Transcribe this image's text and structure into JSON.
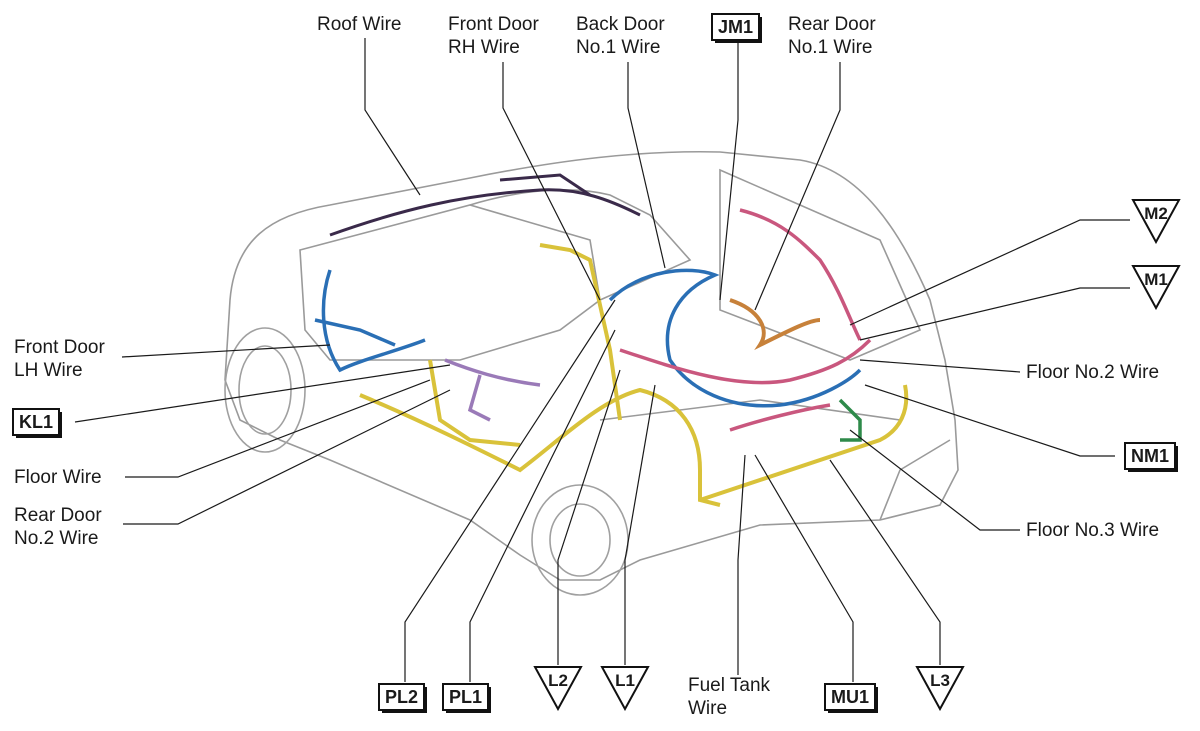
{
  "labels": {
    "roof_wire": "Roof Wire",
    "front_door_rh": [
      "Front Door",
      "RH Wire"
    ],
    "back_door_no1": [
      "Back Door",
      "No.1 Wire"
    ],
    "rear_door_no1": [
      "Rear Door",
      "No.1 Wire"
    ],
    "front_door_lh": [
      "Front Door",
      "LH Wire"
    ],
    "floor_wire": "Floor Wire",
    "rear_door_no2": [
      "Rear Door",
      "No.2 Wire"
    ],
    "floor_no2": "Floor No.2 Wire",
    "floor_no3": "Floor No.3 Wire",
    "fuel_tank": [
      "Fuel Tank",
      "Wire"
    ]
  },
  "boxed_connectors": {
    "jm1": "JM1",
    "kl1": "KL1",
    "nm1": "NM1",
    "pl2": "PL2",
    "pl1": "PL1",
    "mu1": "MU1"
  },
  "triangle_connectors": {
    "m2": "M2",
    "m1": "M1",
    "l2": "L2",
    "l1": "L1",
    "l3": "L3"
  },
  "wire_colors": {
    "roof": "#3a2a4a",
    "blue": "#2a6fb5",
    "yellow": "#d9c23a",
    "pink": "#c9577e",
    "orange": "#c7813a",
    "purple": "#9a7ab8",
    "green": "#2e8a4a"
  }
}
